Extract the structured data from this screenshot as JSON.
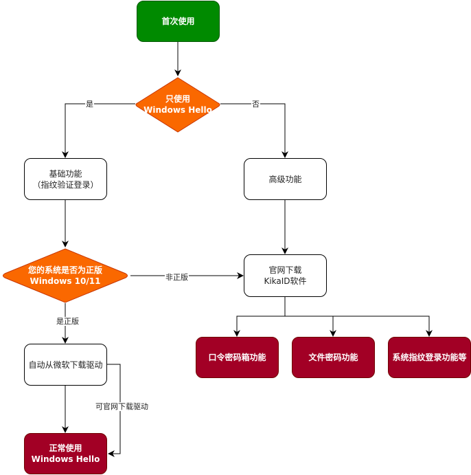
{
  "colors": {
    "start": "#008a00",
    "decision": "#fa6800",
    "terminal": "#a20025",
    "process": "#ffffff",
    "edge": "#000000"
  },
  "nodes": {
    "start": "首次使用",
    "decision_hello": "只使用\nWindows Hello",
    "basic": "基础功能\n（指纹验证登录）",
    "advanced": "高级功能",
    "decision_genuine": "您的系统是否为正版\nWindows 10/11",
    "download_kikaid": "官网下载\nKikaID软件",
    "auto_driver": "自动从微软下载驱动",
    "normal_use": "正常使用\nWindows Hello",
    "password_vault": "口令密码箱功能",
    "file_password": "文件密码功能",
    "system_login": "系统指纹登录功能等"
  },
  "edges": {
    "yes": "是",
    "no": "否",
    "not_genuine": "非正版",
    "is_genuine": "是正版",
    "official_driver": "可官网下载驱动"
  }
}
